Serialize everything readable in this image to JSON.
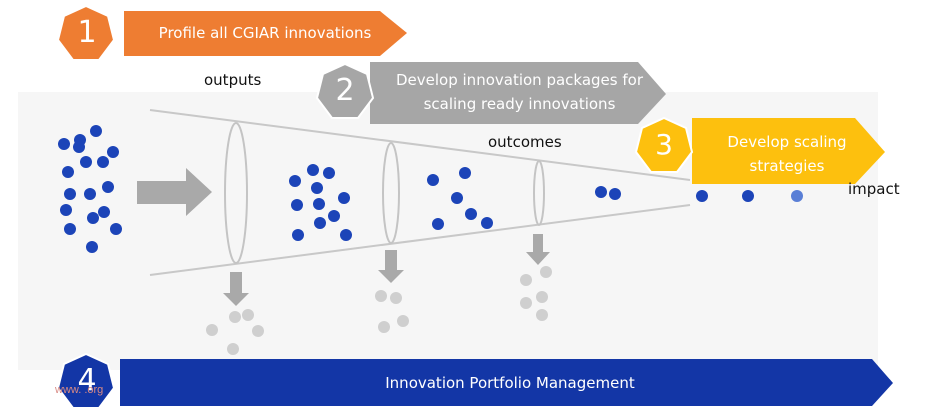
{
  "steps": [
    {
      "number": "1",
      "label": "Profile all CGIAR innovations",
      "color": "#ee7d32"
    },
    {
      "number": "2",
      "label": "Develop innovation packages for scaling ready innovations",
      "color": "#a6a6a6"
    },
    {
      "number": "3",
      "label": "Develop scaling strategies",
      "color": "#fdc00e"
    },
    {
      "number": "4",
      "label": "Innovation Portfolio Management",
      "color": "#1336a6"
    }
  ],
  "stage_labels": {
    "outputs": "outputs",
    "outcomes": "outcomes",
    "impact": "impact"
  },
  "watermark": "www.          .org",
  "colors": {
    "dot_blue": "#1c44b8",
    "dot_gray": "#cfcfcf",
    "funnel_line": "#c8c8c8",
    "arrow_gray": "#a9a9a9"
  }
}
